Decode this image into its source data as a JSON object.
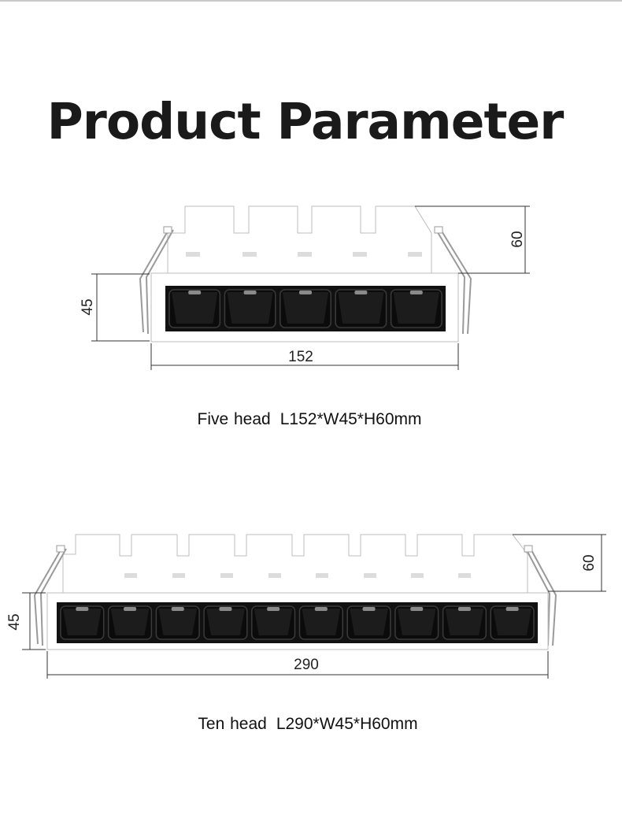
{
  "page": {
    "title": "Product Parameter"
  },
  "five_head": {
    "name": "Five head",
    "spec": "L152*W45*H60mm",
    "heads": 5,
    "dimensions": {
      "length": "152",
      "width": "45",
      "height": "60"
    }
  },
  "ten_head": {
    "name": "Ten head",
    "spec": "L290*W45*H60mm",
    "heads": 10,
    "dimensions": {
      "length": "290",
      "width": "45",
      "height": "60"
    }
  },
  "colors": {
    "housing": "#ffffff",
    "outline": "#b9b9b9",
    "lens": "#111111",
    "dimension_line": "#333333"
  }
}
